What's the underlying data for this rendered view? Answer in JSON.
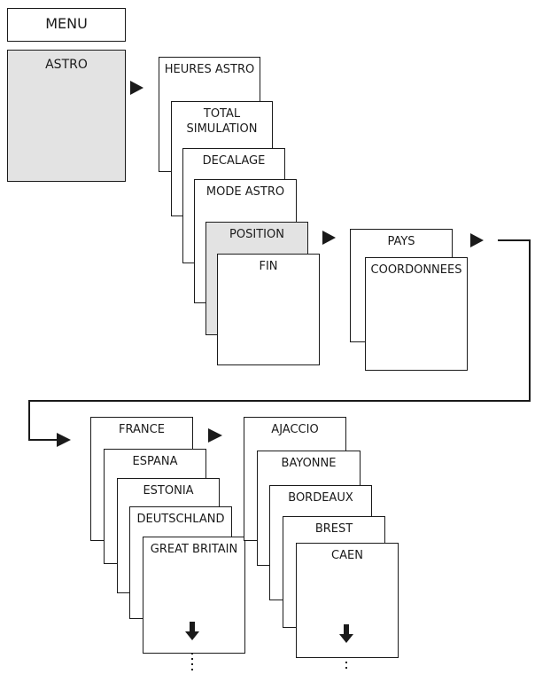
{
  "menu": {
    "label": "MENU"
  },
  "astro": {
    "label": "ASTRO",
    "highlight_color": "#e3e3e3"
  },
  "astro_submenu": [
    {
      "label": "HEURES ASTRO"
    },
    {
      "label": "TOTAL\nSIMULATION"
    },
    {
      "label": "DECALAGE"
    },
    {
      "label": "MODE ASTRO"
    },
    {
      "label": "POSITION",
      "highlighted": true
    },
    {
      "label": "FIN"
    }
  ],
  "position_submenu": [
    {
      "label": "PAYS"
    },
    {
      "label": "COORDONNEES"
    }
  ],
  "countries": [
    {
      "label": "FRANCE"
    },
    {
      "label": "ESPANA"
    },
    {
      "label": "ESTONIA"
    },
    {
      "label": "DEUTSCHLAND"
    },
    {
      "label": "GREAT BRITAIN"
    }
  ],
  "cities": [
    {
      "label": "AJACCIO"
    },
    {
      "label": "BAYONNE"
    },
    {
      "label": "BORDEAUX"
    },
    {
      "label": "BREST"
    },
    {
      "label": "CAEN"
    }
  ],
  "colors": {
    "line": "#1a1a1a",
    "highlight": "#e3e3e3",
    "background": "#ffffff"
  }
}
